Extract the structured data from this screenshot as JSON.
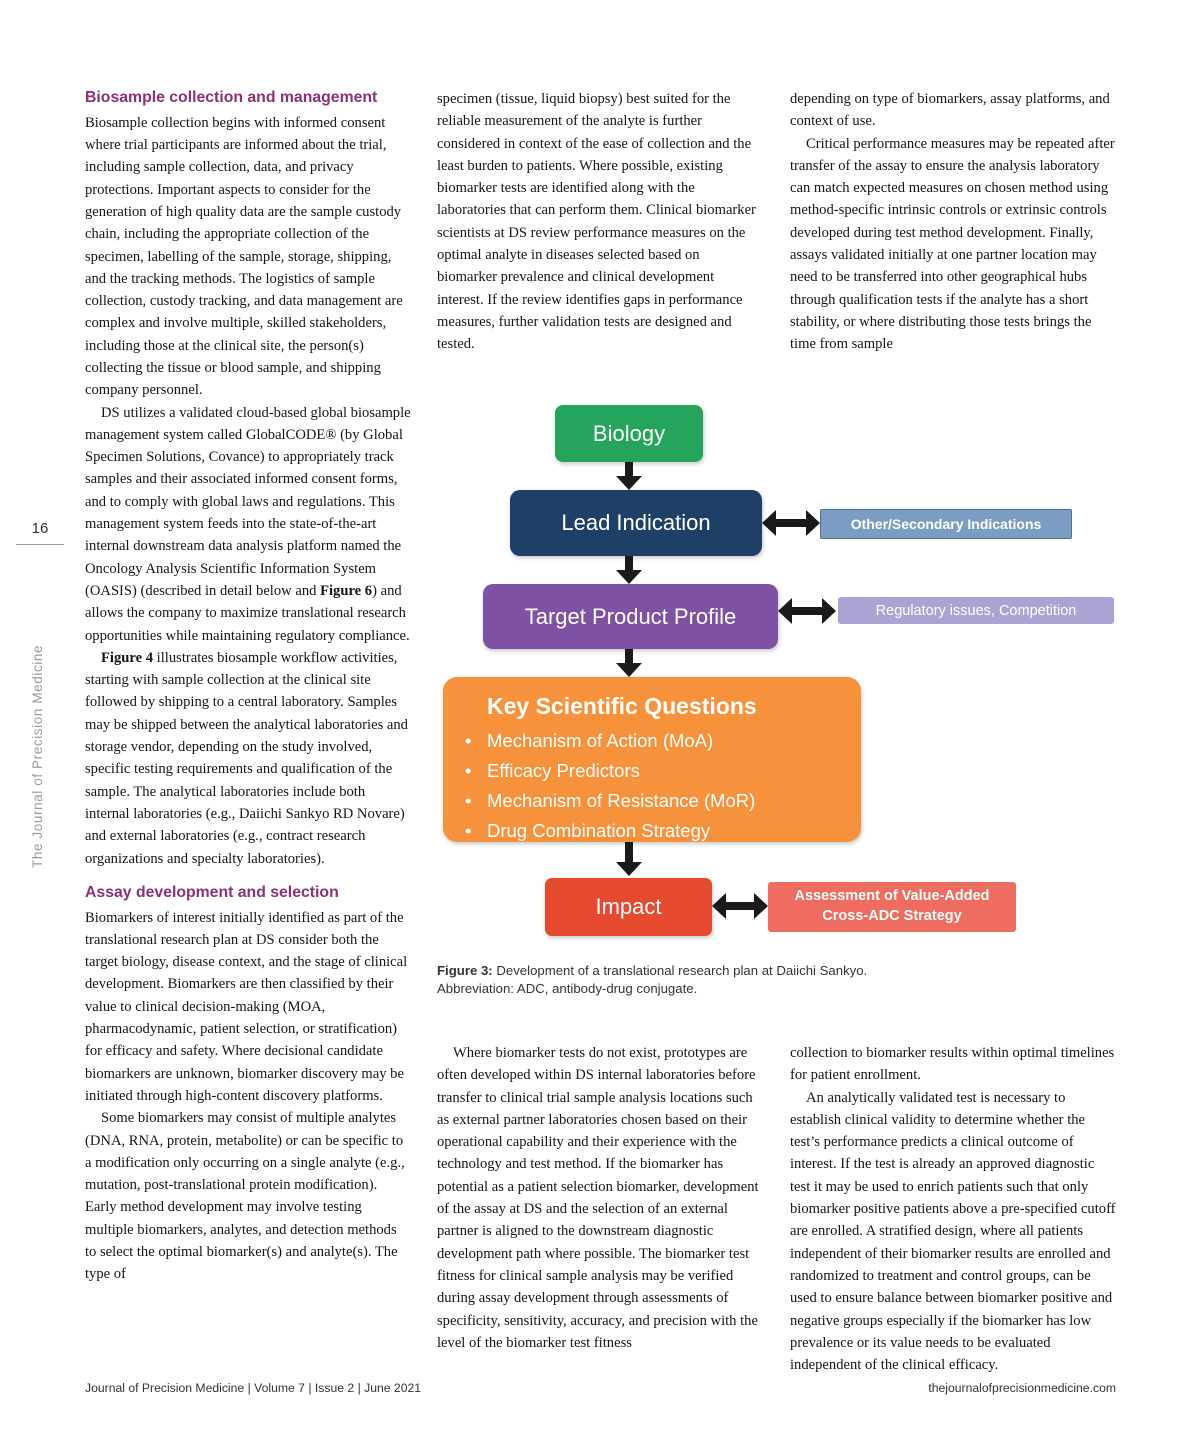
{
  "sidebar": {
    "page_number": "16",
    "journal_title_vertical": "The Journal of Precision Medicine"
  },
  "footer": {
    "left": "Journal of Precision Medicine  |  Volume 7  |  Issue 2  |  June 2021",
    "right": "thejournalofprecisionmedicine.com"
  },
  "colors": {
    "heading_accent": "#8c3178",
    "biology_green": "#25a55b",
    "lead_navy": "#1e3f66",
    "other_blue": "#7b9dc3",
    "tpp_purple": "#7e51a5",
    "regulatory_lavender": "#aba3d4",
    "ksq_orange": "#f6923c",
    "impact_red": "#e54a2e",
    "assessment_salmon": "#ef6d60"
  },
  "columns": {
    "col1": {
      "heading1": "Biosample collection and management",
      "p1": "Biosample collection begins with informed consent where trial participants are informed about the trial, including sample collection, data, and privacy protections. Important aspects to consider for the generation of high quality data are the sample custody chain, including the appropriate collection of the specimen, labelling of the sample, storage, shipping, and the tracking methods. The logistics of sample collection, custody tracking, and data management are complex and involve multiple, skilled stakeholders, including those at the clinical site, the person(s) collecting the tissue or blood sample, and shipping company personnel.",
      "p2a": "DS utilizes a validated cloud-based global biosample management system called GlobalCODE® (by Global Specimen Solutions, Covance) to appropriately track samples and their associated informed consent forms, and to comply with global laws and regulations. This management system feeds into the state-of-the-art internal downstream data analysis platform named the Oncology Analysis Scientific Information System (OASIS) (described in detail below and ",
      "p2b": "Figure 6",
      "p2c": ") and allows the company to maximize translational research opportunities while maintaining regulatory compliance.",
      "p3a": "Figure 4",
      "p3b": " illustrates biosample workflow activities, starting with sample collection at the clinical site followed by shipping to a central laboratory. Samples may be shipped between the analytical laboratories and storage vendor, depending on the study involved, specific testing requirements and qualification of the sample. The analytical laboratories include both internal laboratories (e.g., Daiichi Sankyo RD Novare) and external laboratories (e.g., contract research organizations and specialty laboratories).",
      "heading2": "Assay development and selection",
      "p4": "Biomarkers of interest initially identified as part of the translational research plan at DS consider both the target biology, disease context, and the stage of clinical development. Biomarkers are then classified by their value to clinical decision-making (MOA, pharmacodynamic, patient selection, or stratification) for efficacy and safety. Where decisional candidate biomarkers are unknown, biomarker discovery may be initiated through high-content discovery platforms.",
      "p5": "Some biomarkers may consist of multiple analytes (DNA, RNA, protein, metabolite) or can be specific to a modification only occurring on a single analyte (e.g., mutation, post-translational protein modification). Early method development may involve testing multiple biomarkers, analytes, and detection methods to select the optimal biomarker(s) and analyte(s). The type of"
    },
    "col2_top": {
      "p1": "specimen (tissue, liquid biopsy) best suited for the reliable measurement of the analyte is further considered in context of the ease of collection and the least burden to patients. Where possible, existing biomarker tests are identified along with the laboratories that can perform them. Clinical biomarker scientists at DS review performance measures on the optimal analyte in diseases selected based on biomarker prevalence and clinical development interest. If the review identifies gaps in performance measures, further validation tests are designed and tested."
    },
    "col3_top": {
      "p1": "depending on type of biomarkers, assay platforms, and context of use.",
      "p2": "Critical performance measures may be repeated after transfer of the assay to ensure the analysis laboratory can match expected measures on chosen method using method-specific intrinsic controls or extrinsic controls developed during test method development. Finally, assays validated initially at one partner location may need to be transferred into other geographical hubs through qualification tests if the analyte has a short stability, or where distributing those tests brings the time from sample"
    },
    "col2_bottom": {
      "p1": "Where biomarker tests do not exist, prototypes are often developed within DS internal laboratories before transfer to clinical trial sample analysis locations such as external partner laboratories chosen based on their operational capability and their experience with the technology and test method. If the biomarker has potential as a patient selection biomarker, development of the assay at DS and the selection of an external partner is aligned to the downstream diagnostic development path where possible. The biomarker test fitness for clinical sample analysis may be verified during assay development through assessments of specificity, sensitivity, accuracy, and precision with the level of the biomarker test fitness"
    },
    "col3_bottom": {
      "p1": "collection to biomarker results within optimal timelines for patient enrollment.",
      "p2": "An analytically validated test is necessary to establish clinical validity to determine whether the test’s performance predicts a clinical outcome of interest. If the test is already an approved diagnostic test it may be used to enrich patients such that only biomarker positive patients above a pre-specified cutoff are enrolled. A stratified design, where all patients independent of their biomarker results are enrolled and randomized to treatment and control groups, can be used to ensure balance between biomarker positive and negative groups especially if the biomarker has low prevalence or its value needs to be evaluated independent of the clinical efficacy."
    }
  },
  "figure": {
    "boxes": {
      "biology": "Biology",
      "lead_indication": "Lead Indication",
      "other_indications": "Other/Secondary Indications",
      "target_product_profile": "Target Product Profile",
      "regulatory": "Regulatory issues, Competition",
      "ksq_title": "Key Scientific Questions",
      "ksq_items": [
        "Mechanism of Action (MoA)",
        "Efficacy Predictors",
        "Mechanism of Resistance (MoR)",
        "Drug Combination Strategy"
      ],
      "impact": "Impact",
      "assessment_line1": "Assessment of Value-Added",
      "assessment_line2": "Cross-ADC Strategy"
    },
    "caption": {
      "label": "Figure 3:",
      "text": " Development of a translational research plan at Daiichi Sankyo.",
      "abbreviation": "Abbreviation: ADC, antibody-drug conjugate."
    }
  }
}
